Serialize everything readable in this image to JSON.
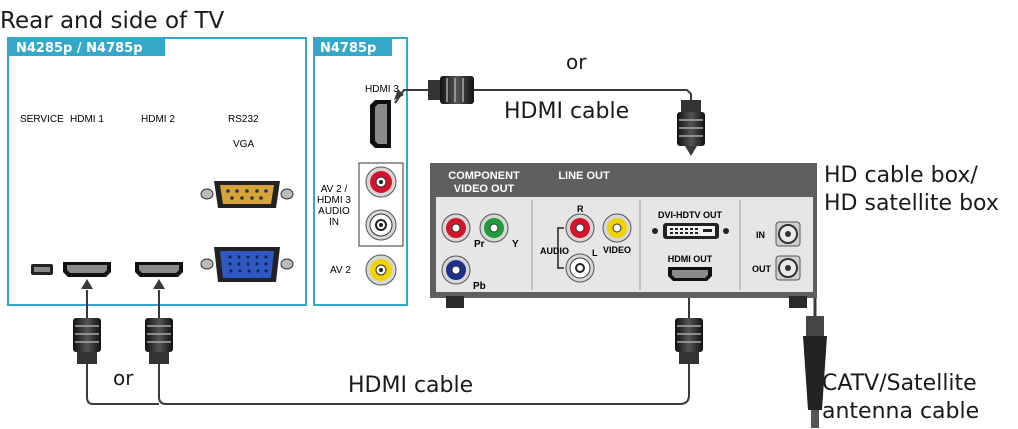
{
  "title": "Rear and side of TV",
  "models": {
    "rear_panel": "N4285p / N4785p",
    "side_panel": "N4785p"
  },
  "tv_ports": {
    "service": "SERVICE",
    "hdmi1": "HDMI 1",
    "hdmi2": "HDMI 2",
    "rs232": "RS232",
    "vga": "VGA",
    "hdmi3": "HDMI 3",
    "av2_audio": [
      "AV 2 /",
      "HDMI 3",
      "AUDIO",
      "IN"
    ],
    "av2": "AV 2"
  },
  "box_ports": {
    "component_line1": "COMPONENT",
    "component_line2": "VIDEO OUT",
    "line_out": "LINE OUT",
    "pr": "Pr",
    "y": "Y",
    "pb": "Pb",
    "r": "R",
    "l": "L",
    "audio": "AUDIO",
    "video": "VIDEO",
    "dvi_out": "DVI-HDTV OUT",
    "hdmi_out": "HDMI OUT",
    "in": "IN",
    "out": "OUT"
  },
  "labels": {
    "or_top": "or",
    "hdmi_cable_top": "HDMI cable",
    "box_name_line1": "HD cable box/",
    "box_name_line2": "HD satellite box",
    "or_bottom": "or",
    "hdmi_cable_bottom": "HDMI cable",
    "antenna_line1": "CATV/Satellite",
    "antenna_line2": "antenna cable"
  },
  "colors": {
    "panel_border": "#35a7c8",
    "tag_fill": "#35a7c8",
    "box_body": "#5f5f5f",
    "box_face": "#e6e6e6",
    "jack_red": "#d4142a",
    "jack_green": "#1f9a3c",
    "jack_blue": "#1e2f8c",
    "jack_yellow": "#f0d400",
    "jack_white": "#ffffff",
    "vga_blue": "#2f58c0",
    "serial_gold": "#d7a43a"
  }
}
